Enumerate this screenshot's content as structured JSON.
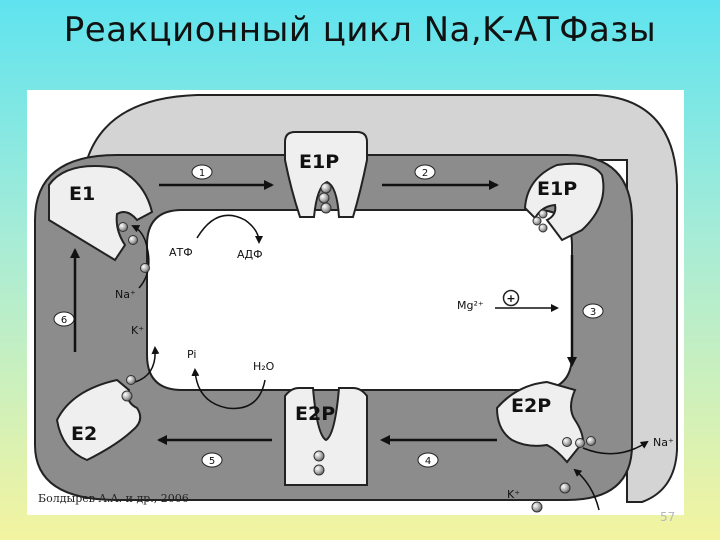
{
  "title": "Реакционный цикл Na,K-АТФазы",
  "diagram": {
    "states": {
      "e1_left": "E1",
      "e1p_top": "E1P",
      "e1p_right": "E1P",
      "e2p_bottom": "E2P",
      "e2p_right": "E2P",
      "e2_left": "E2"
    },
    "steps": [
      "1",
      "2",
      "3",
      "4",
      "5",
      "6"
    ],
    "labels": {
      "atp": "АТФ",
      "adp": "АДФ",
      "na_inside": "Na⁺",
      "k_inside": "K⁺",
      "pi": "Pi",
      "h2o": "H₂O",
      "mg": "Mg²⁺",
      "mg_sign": "+",
      "na_outside": "Na⁺",
      "k_outside": "K⁺"
    },
    "colors": {
      "membrane": "#8c8c8c",
      "membrane_back": "#d4d4d4",
      "enzyme": "#efefef",
      "ion": "#9a9a9a"
    }
  },
  "credit": "Болдырев А.А. и др., 2006",
  "slide_number": "57"
}
